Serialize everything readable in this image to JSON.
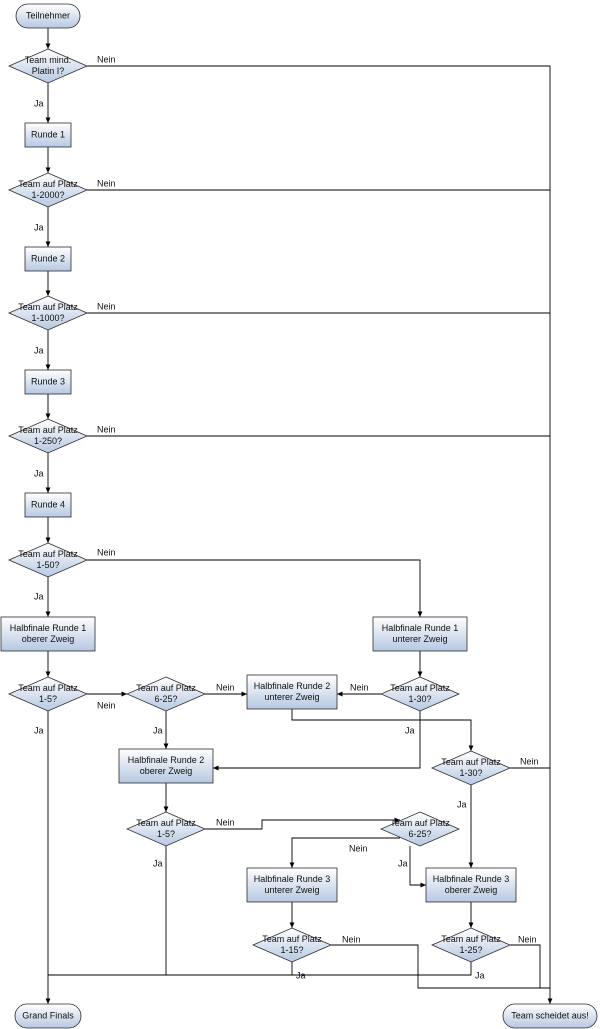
{
  "colors": {
    "fill_top": "#ffffff",
    "fill_bottom": "#b6c8e2",
    "stroke": "#2b2b2b",
    "line": "#000000"
  },
  "nodes": {
    "teilnehmer": [
      "Teilnehmer"
    ],
    "d_platin": [
      "Team mind.",
      "Platin I?"
    ],
    "runde1": [
      "Runde 1"
    ],
    "d_2000": [
      "Team auf Platz",
      "1-2000?"
    ],
    "runde2": [
      "Runde 2"
    ],
    "d_1000": [
      "Team auf Platz",
      "1-1000?"
    ],
    "runde3": [
      "Runde 3"
    ],
    "d_250": [
      "Team auf Platz",
      "1-250?"
    ],
    "runde4": [
      "Runde 4"
    ],
    "d_50": [
      "Team auf Platz",
      "1-50?"
    ],
    "hf1_oben": [
      "Halbfinale Runde 1",
      "oberer Zweig"
    ],
    "hf1_unten": [
      "Halbfinale Runde 1",
      "unterer Zweig"
    ],
    "d_hf1o_5": [
      "Team auf Platz",
      "1-5?"
    ],
    "d_hf1o_625": [
      "Team auf Platz",
      "6-25?"
    ],
    "hf2_unten": [
      "Halbfinale Runde 2",
      "unterer Zweig"
    ],
    "d_hf1u_30": [
      "Team auf Platz",
      "1-30?"
    ],
    "hf2_oben": [
      "Halbfinale Runde 2",
      "oberer Zweig"
    ],
    "d_hf2u_30": [
      "Team auf Platz",
      "1-30?"
    ],
    "d_hf2o_5": [
      "Team auf Platz",
      "1-5?"
    ],
    "d_hf2o_625": [
      "Team auf Platz",
      "6-25?"
    ],
    "hf3_unten": [
      "Halbfinale Runde 3",
      "unterer Zweig"
    ],
    "hf3_oben": [
      "Halbfinale Runde 3",
      "oberer Zweig"
    ],
    "d_hf3u_15": [
      "Team auf Platz",
      "1-15?"
    ],
    "d_hf3o_25": [
      "Team auf Platz",
      "1-25?"
    ],
    "grand_finals": [
      "Grand Finals"
    ],
    "ausgeschieden": [
      "Team scheidet aus!"
    ]
  },
  "edge_labels": {
    "yes": "Ja",
    "no": "Nein"
  }
}
